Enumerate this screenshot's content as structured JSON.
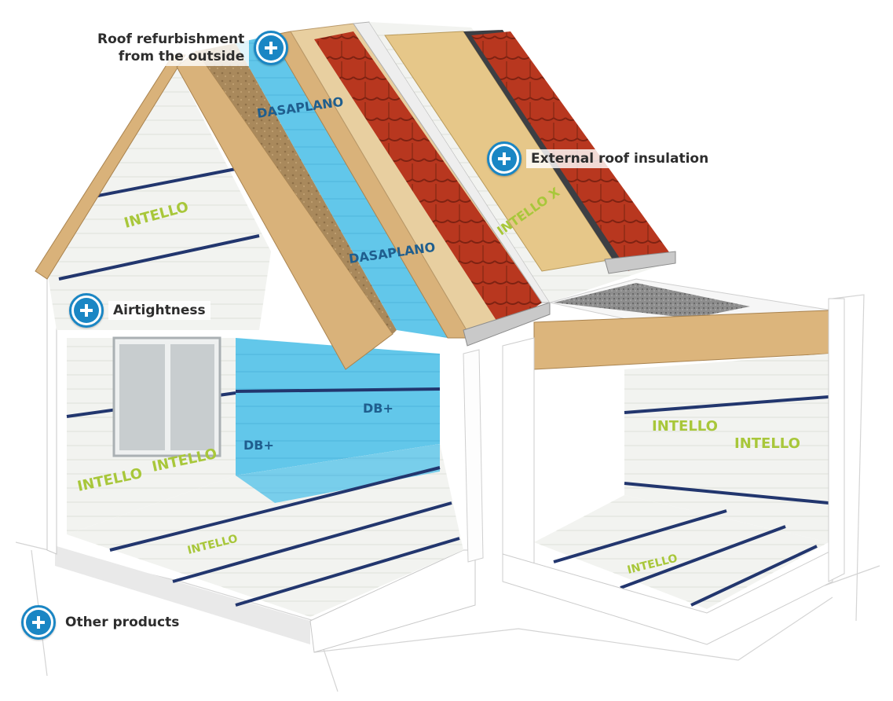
{
  "hotspots": {
    "roof_refurbishment": {
      "line1": "Roof refurbishment",
      "line2": "from the outside",
      "icon": "plus-circle-icon"
    },
    "external_roof_insulation": {
      "label": "External roof insulation",
      "icon": "plus-circle-icon"
    },
    "airtightness": {
      "label": "Airtightness",
      "icon": "plus-circle-icon"
    },
    "other_products": {
      "label": "Other products",
      "icon": "plus-circle-icon"
    }
  },
  "membrane_brands": {
    "intello": "INTELLO",
    "intello_x": "INTELLO X",
    "dasaplano": "DASAPLANO",
    "db_plus": "DB+"
  },
  "colors": {
    "accent": "#1a86c4",
    "membrane_blue": "#56c1e6",
    "membrane_green": "#a8c73a",
    "roof_tile": "#b8371f",
    "timber": "#d9b27a"
  }
}
